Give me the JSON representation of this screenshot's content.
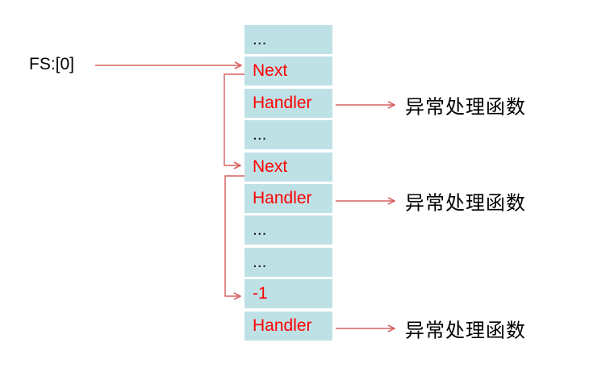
{
  "diagram": {
    "fs_label": "FS:[0]",
    "seh_table": {
      "rows": [
        {
          "label": "...",
          "kind": "ellipsis"
        },
        {
          "label": "Next",
          "kind": "field"
        },
        {
          "label": "Handler",
          "kind": "field"
        },
        {
          "label": "...",
          "kind": "ellipsis"
        },
        {
          "label": "Next",
          "kind": "field"
        },
        {
          "label": "Handler",
          "kind": "field"
        },
        {
          "label": "...",
          "kind": "ellipsis"
        },
        {
          "label": "...",
          "kind": "ellipsis"
        },
        {
          "label": "-1",
          "kind": "field"
        },
        {
          "label": "Handler",
          "kind": "field"
        }
      ]
    },
    "handler_targets": [
      {
        "label": "异常处理函数"
      },
      {
        "label": "异常处理函数"
      },
      {
        "label": "异常处理函数"
      }
    ],
    "colors": {
      "cell_fill": "#bee1e6",
      "field_text": "#fe0000",
      "ellipsis_text": "#1a1a1a",
      "arrow": "#d96060",
      "label_text": "#000000"
    }
  }
}
